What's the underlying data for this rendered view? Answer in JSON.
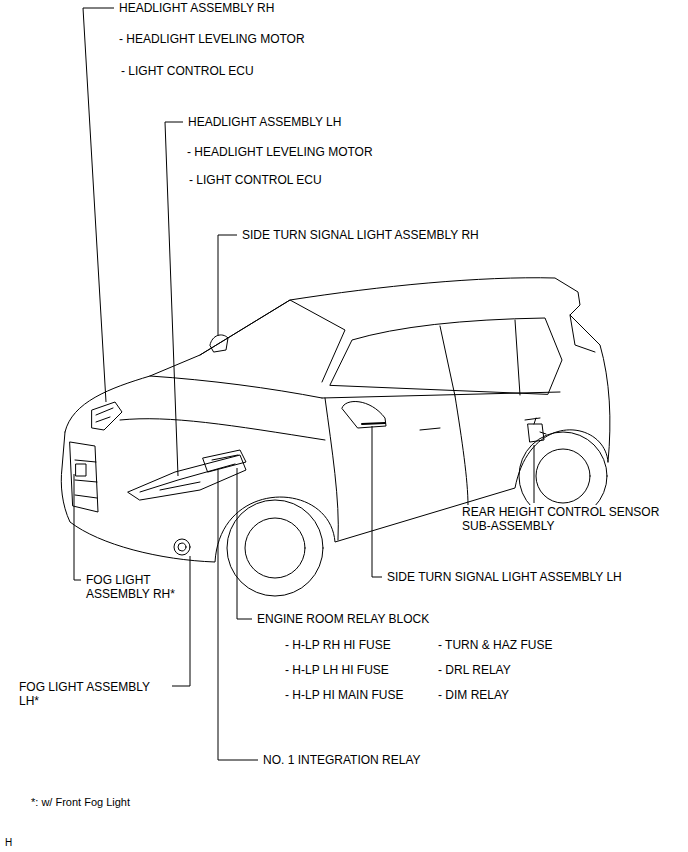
{
  "diagram": {
    "labels": [
      "HEADLIGHT ASSEMBLY RH",
      "- HEADLIGHT LEVELING MOTOR",
      "- LIGHT CONTROL ECU",
      "HEADLIGHT ASSEMBLY LH",
      "- HEADLIGHT LEVELING MOTOR",
      "- LIGHT CONTROL ECU",
      "SIDE TURN SIGNAL LIGHT ASSEMBLY RH",
      "REAR HEIGHT CONTROL SENSOR SUB-ASSEMBLY",
      "SIDE TURN SIGNAL LIGHT ASSEMBLY LH",
      "FOG LIGHT ASSEMBLY RH*",
      "FOG LIGHT ASSEMBLY LH*",
      "ENGINE ROOM RELAY BLOCK",
      "- H-LP RH HI FUSE",
      "- TURN & HAZ FUSE",
      "- H-LP LH HI FUSE",
      "- DRL RELAY",
      "- H-LP HI MAIN FUSE",
      "- DIM RELAY",
      "NO. 1 INTEGRATION RELAY",
      "*: w/ Front Fog Light",
      "H"
    ]
  }
}
